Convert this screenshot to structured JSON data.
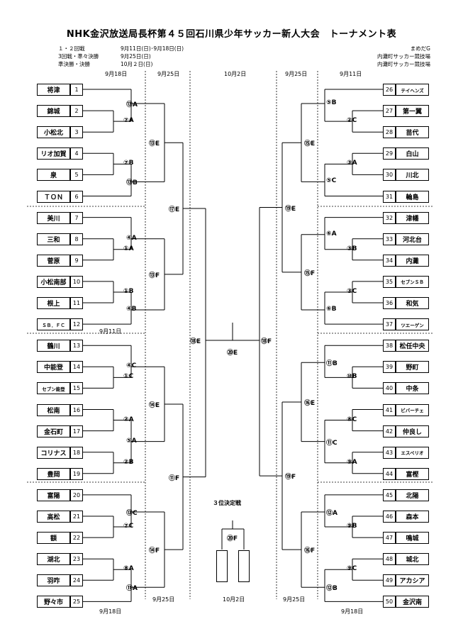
{
  "title": "NHK金沢放送局長杯第４５回石川県少年サッカー新人大会　トーナメント表",
  "schedule": {
    "left": [
      {
        "round": "１・２回戦",
        "date": "9月11日(日)･9月18日(日)"
      },
      {
        "round": "3回戦・準々決勝",
        "date": "9月25日(日)"
      },
      {
        "round": "準決勝・決勝",
        "date": "10月２日(日)"
      }
    ],
    "right": [
      "まめだG",
      "内灘町サッカー競技場",
      "内灘町サッカー競技場"
    ]
  },
  "header_dates": [
    "9月18日",
    "9月25日",
    "10月2日",
    "9月25日",
    "9月11日"
  ],
  "footer_dates": [
    "9月18日",
    "9月25日",
    "10月2日",
    "9月25日",
    "9月18日"
  ],
  "mid_dates": {
    "left": "9月11日"
  },
  "third_place_label": "３位決定戦",
  "teams_left": [
    {
      "no": "1",
      "name": "将津"
    },
    {
      "no": "2",
      "name": "錦城"
    },
    {
      "no": "3",
      "name": "小松北"
    },
    {
      "no": "4",
      "name": "リオ加賀"
    },
    {
      "no": "5",
      "name": "泉"
    },
    {
      "no": "6",
      "name": "ＴＯＮ"
    },
    {
      "no": "7",
      "name": "美川"
    },
    {
      "no": "8",
      "name": "三和"
    },
    {
      "no": "9",
      "name": "菅原"
    },
    {
      "no": "10",
      "name": "小松南部"
    },
    {
      "no": "11",
      "name": "根上"
    },
    {
      "no": "12",
      "name": "ＳＢ．ＦＣ"
    },
    {
      "no": "13",
      "name": "鶴川"
    },
    {
      "no": "14",
      "name": "中能登"
    },
    {
      "no": "15",
      "name": "セブン能登"
    },
    {
      "no": "16",
      "name": "松南"
    },
    {
      "no": "17",
      "name": "金石町"
    },
    {
      "no": "18",
      "name": "コリナス"
    },
    {
      "no": "19",
      "name": "豊岡"
    },
    {
      "no": "20",
      "name": "富陽"
    },
    {
      "no": "21",
      "name": "高松"
    },
    {
      "no": "22",
      "name": "額"
    },
    {
      "no": "23",
      "name": "湖北"
    },
    {
      "no": "24",
      "name": "羽咋"
    },
    {
      "no": "25",
      "name": "野々市"
    }
  ],
  "teams_right": [
    {
      "no": "26",
      "name": "テイヘンズ"
    },
    {
      "no": "27",
      "name": "第一翼"
    },
    {
      "no": "28",
      "name": "苗代"
    },
    {
      "no": "29",
      "name": "白山"
    },
    {
      "no": "30",
      "name": "川北"
    },
    {
      "no": "31",
      "name": "輪島"
    },
    {
      "no": "32",
      "name": "津幡"
    },
    {
      "no": "33",
      "name": "河北台"
    },
    {
      "no": "34",
      "name": "内灘"
    },
    {
      "no": "35",
      "name": "セブンＳＢ"
    },
    {
      "no": "36",
      "name": "和気"
    },
    {
      "no": "37",
      "name": "ツエーゲン"
    },
    {
      "no": "38",
      "name": "松任中央"
    },
    {
      "no": "39",
      "name": "野町"
    },
    {
      "no": "40",
      "name": "中条"
    },
    {
      "no": "41",
      "name": "ビバーチェ"
    },
    {
      "no": "42",
      "name": "仲良し"
    },
    {
      "no": "43",
      "name": "エスペリオ"
    },
    {
      "no": "44",
      "name": "富樫"
    },
    {
      "no": "45",
      "name": "北陽"
    },
    {
      "no": "46",
      "name": "森本"
    },
    {
      "no": "47",
      "name": "鳴城"
    },
    {
      "no": "48",
      "name": "城北"
    },
    {
      "no": "49",
      "name": "アカシア"
    },
    {
      "no": "50",
      "name": "金沢南"
    }
  ],
  "matches": {
    "L1": "⑬A",
    "L2": "⑦A",
    "L3": "⑦B",
    "L4": "⑬B",
    "L5": "④A",
    "L6": "①A",
    "L7": "①B",
    "L8": "④B",
    "L9": "④C",
    "L10": "①C",
    "L11": "②A",
    "L12": "⑤A",
    "L13": "②B",
    "L14": "⑬C",
    "L15": "⑦C",
    "L16": "⑧A",
    "L17": "⑪A",
    "L3r1": "⑬E",
    "L3r2": "⑬F",
    "L3r3": "⑭E",
    "L3r4": "⑭F",
    "LQ1": "⑰E",
    "LQ2": "⑪F",
    "LS": "⑱E",
    "F": "⑳E",
    "R1": "⑤B",
    "R2": "②C",
    "R3": "③A",
    "R4": "⑤C",
    "R5": "⑥A",
    "R6": "③B",
    "R7": "③C",
    "R8": "⑥B",
    "R9": "⑪B",
    "R10": "⑩B",
    "R11": "⑧C",
    "R12": "⑪C",
    "R13": "⑨A",
    "R14": "⑫A",
    "R15": "⑨B",
    "R16": "⑨C",
    "R17": "⑫B",
    "R3r1": "⑮E",
    "R3r2": "⑮F",
    "R3r3": "⑯E",
    "R3r4": "⑯F",
    "RQ1": "⑲E",
    "RQ2": "⑲F",
    "RS": "⑱F",
    "T3": "⑳F"
  }
}
